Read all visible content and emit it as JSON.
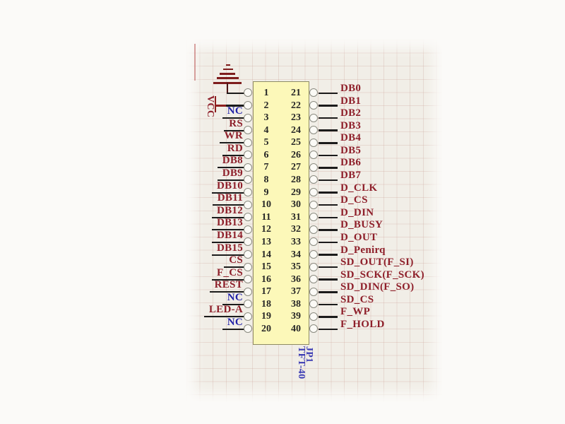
{
  "schematic": {
    "component": {
      "designator": "JP1",
      "type": "TFT-40"
    },
    "power": {
      "vcc_label": "VCC"
    },
    "colors": {
      "body": "#FCF8B9",
      "body_border": "#8E8C64",
      "net_label": "#8E1F2A",
      "nc_label": "#2323A8",
      "designator": "#3C3CB4",
      "wire": "#1B1B1B",
      "power_symbol": "#7E1D1D",
      "pin_number": "#262626"
    },
    "left_pins": [
      {
        "num": "1",
        "label": "",
        "nc": false
      },
      {
        "num": "2",
        "label": "",
        "nc": false
      },
      {
        "num": "3",
        "label": "NC",
        "nc": true
      },
      {
        "num": "4",
        "label": "RS",
        "nc": false
      },
      {
        "num": "5",
        "label": "WR",
        "nc": false
      },
      {
        "num": "6",
        "label": "RD",
        "nc": false
      },
      {
        "num": "7",
        "label": "DB8",
        "nc": false
      },
      {
        "num": "8",
        "label": "DB9",
        "nc": false
      },
      {
        "num": "9",
        "label": "DB10",
        "nc": false
      },
      {
        "num": "10",
        "label": "DB11",
        "nc": false
      },
      {
        "num": "11",
        "label": "DB12",
        "nc": false
      },
      {
        "num": "12",
        "label": "DB13",
        "nc": false
      },
      {
        "num": "13",
        "label": "DB14",
        "nc": false
      },
      {
        "num": "14",
        "label": "DB15",
        "nc": false
      },
      {
        "num": "15",
        "label": "CS",
        "nc": false
      },
      {
        "num": "16",
        "label": "F_CS",
        "nc": false
      },
      {
        "num": "17",
        "label": "REST",
        "nc": false
      },
      {
        "num": "18",
        "label": "NC",
        "nc": true
      },
      {
        "num": "19",
        "label": "LED-A",
        "nc": false
      },
      {
        "num": "20",
        "label": "NC",
        "nc": true
      }
    ],
    "right_pins": [
      {
        "num": "21",
        "label": "DB0"
      },
      {
        "num": "22",
        "label": "DB1"
      },
      {
        "num": "23",
        "label": "DB2"
      },
      {
        "num": "24",
        "label": "DB3"
      },
      {
        "num": "25",
        "label": "DB4"
      },
      {
        "num": "26",
        "label": "DB5"
      },
      {
        "num": "27",
        "label": "DB6"
      },
      {
        "num": "28",
        "label": "DB7"
      },
      {
        "num": "29",
        "label": "D_CLK"
      },
      {
        "num": "30",
        "label": "D_CS"
      },
      {
        "num": "31",
        "label": "D_DIN"
      },
      {
        "num": "32",
        "label": "D_BUSY"
      },
      {
        "num": "33",
        "label": "D_OUT"
      },
      {
        "num": "34",
        "label": "D_Penirq"
      },
      {
        "num": "35",
        "label": "SD_OUT(F_SI)"
      },
      {
        "num": "36",
        "label": "SD_SCK(F_SCK)"
      },
      {
        "num": "37",
        "label": "SD_DIN(F_SO)"
      },
      {
        "num": "38",
        "label": "SD_CS"
      },
      {
        "num": "39",
        "label": "F_WP"
      },
      {
        "num": "40",
        "label": "F_HOLD"
      }
    ]
  }
}
